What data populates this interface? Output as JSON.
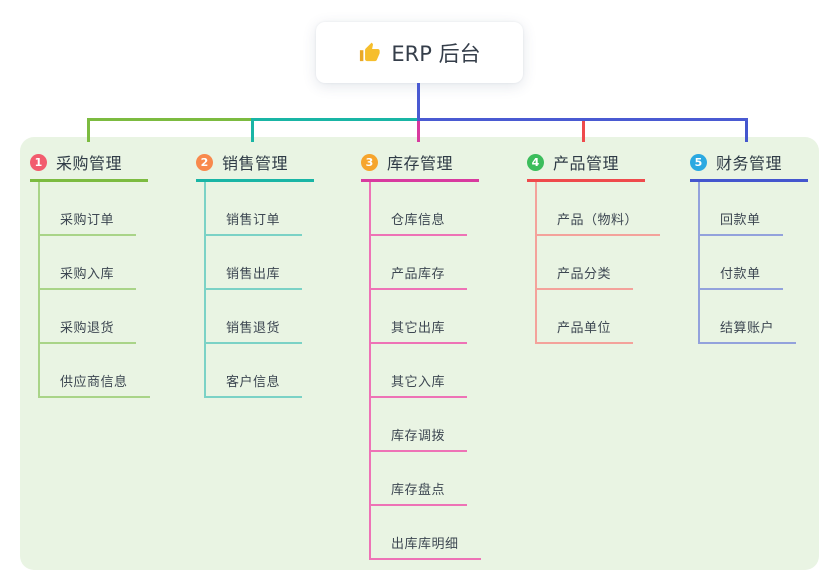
{
  "root": {
    "title": "ERP 后台",
    "icon": "thumbs-up-icon",
    "icon_color": "#F6BE2C"
  },
  "connector": {
    "color": "#4A5AD2"
  },
  "panel": {
    "background": "#E9F4E3"
  },
  "branches": [
    {
      "number": "1",
      "title": "采购管理",
      "color": "#7CBB40",
      "child_color": "#A9D488",
      "badge_color": "#F25C6E",
      "children": [
        "采购订单",
        "采购入库",
        "采购退货",
        "供应商信息"
      ]
    },
    {
      "number": "2",
      "title": "销售管理",
      "color": "#19B5A5",
      "child_color": "#7BD2C6",
      "badge_color": "#F8894D",
      "children": [
        "销售订单",
        "销售出库",
        "销售退货",
        "客户信息"
      ]
    },
    {
      "number": "3",
      "title": "库存管理",
      "color": "#D83A9F",
      "child_color": "#EE72B6",
      "badge_color": "#F6A52D",
      "children": [
        "仓库信息",
        "产品库存",
        "其它出库",
        "其它入库",
        "库存调拨",
        "库存盘点",
        "出库库明细"
      ]
    },
    {
      "number": "4",
      "title": "产品管理",
      "color": "#EF4A4C",
      "child_color": "#F4A29B",
      "badge_color": "#3CBD5C",
      "children": [
        "产品（物料）",
        "产品分类",
        "产品单位"
      ]
    },
    {
      "number": "5",
      "title": "财务管理",
      "color": "#4456CE",
      "child_color": "#93A2DC",
      "badge_color": "#2BA9E1",
      "children": [
        "回款单",
        "付款单",
        "结算账户"
      ]
    }
  ]
}
